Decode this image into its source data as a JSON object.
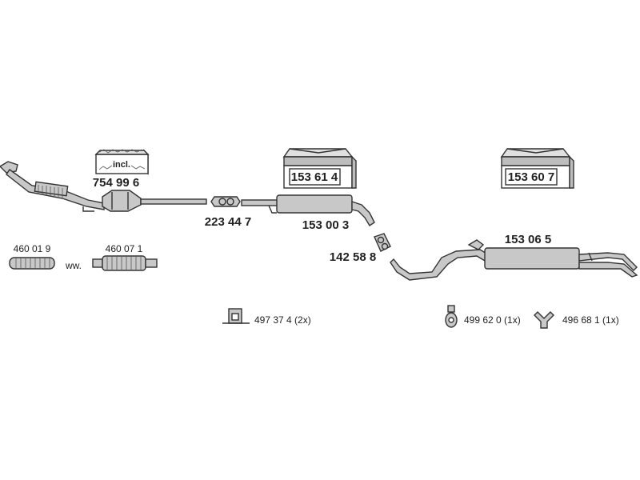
{
  "kit_labels": {
    "incl_text": "incl.",
    "kit_754": "754 99 6",
    "kit_15361": "153 61 4",
    "kit_15360": "153 60 7"
  },
  "part_labels": {
    "p223447": "223 44 7",
    "p153003": "153 00 3",
    "p142588": "142 58 8",
    "p153065": "153 06 5",
    "p460019": "460 01 9",
    "p460071": "460 07 1",
    "ww": "ww."
  },
  "hardware_labels": {
    "h497374": "497 37 4 (2x)",
    "h499620": "499 62 0 (1x)",
    "h496681": "496 68 1 (1x)"
  },
  "colors": {
    "part_fill": "#c8c8c8",
    "outline": "#333333",
    "background": "#ffffff"
  }
}
